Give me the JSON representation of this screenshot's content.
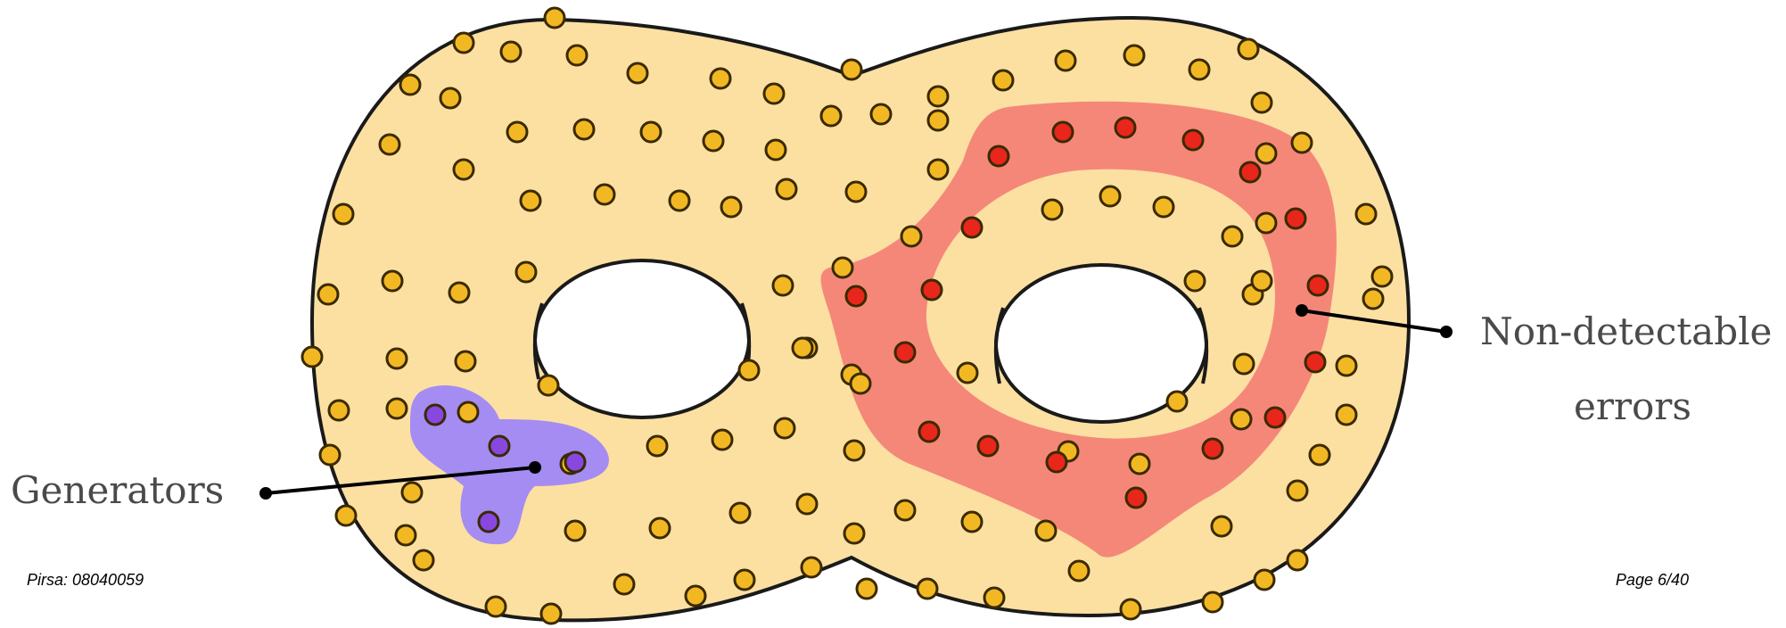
{
  "labels": {
    "generators": "Generators",
    "non_detectable_line1": "Non-detectable",
    "non_detectable_line2": "errors"
  },
  "footer": {
    "source": "Pirsa: 08040059",
    "page": "Page 6/40"
  },
  "colors": {
    "surface_fill": "#fbe0a2",
    "surface_stroke": "#1a1a1a",
    "qubit_fill": "#f2b824",
    "qubit_stroke": "#3a2a00",
    "error_band": "#f47d74",
    "error_qubit": "#e8261b",
    "generator_blob": "#a58cf2",
    "generator_qubit": "#8848e0",
    "hole_fill": "#ffffff"
  }
}
